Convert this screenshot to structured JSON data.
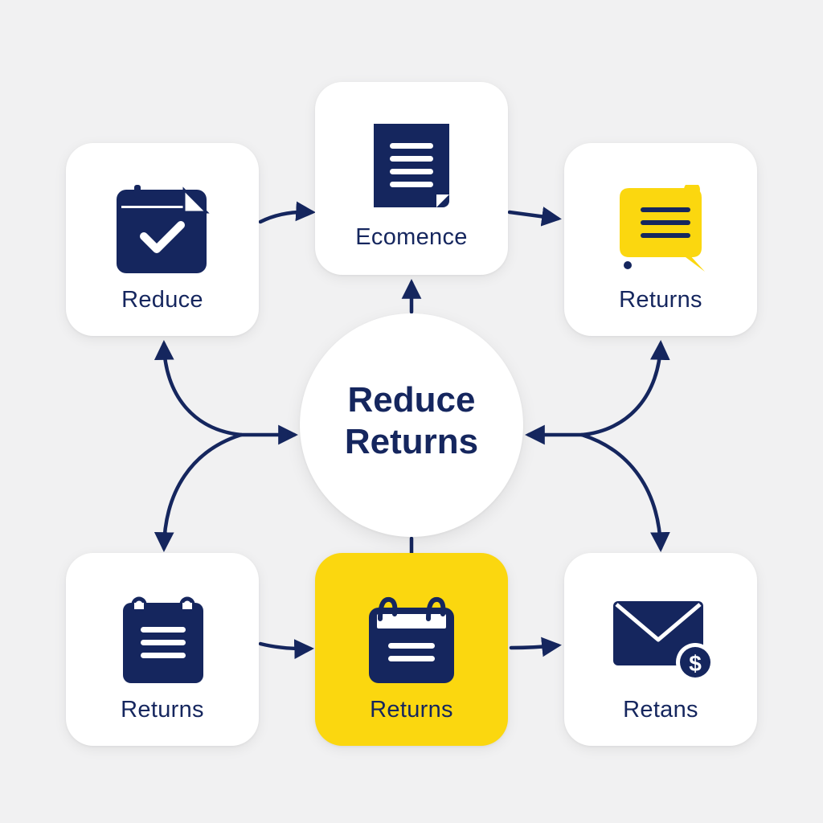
{
  "diagram": {
    "hub": {
      "title_line1": "Reduce",
      "title_line2": "Returns"
    },
    "cards": [
      {
        "id": "top-left",
        "label": "Reduce",
        "icon": "calendar-check-icon",
        "highlighted": false
      },
      {
        "id": "top-center",
        "label": "Ecomence",
        "icon": "document-lines-icon",
        "highlighted": false
      },
      {
        "id": "top-right",
        "label": "Returns",
        "icon": "chat-bubble-icon",
        "highlighted": false
      },
      {
        "id": "bottom-left",
        "label": "Returns",
        "icon": "notepad-icon",
        "highlighted": false
      },
      {
        "id": "bottom-center",
        "label": "Returns",
        "icon": "calendar-icon",
        "highlighted": true
      },
      {
        "id": "bottom-right",
        "label": "Retans",
        "icon": "envelope-dollar-icon",
        "highlighted": false
      }
    ]
  },
  "colors": {
    "background": "#f1f1f2",
    "card": "#ffffff",
    "navy": "#15265e",
    "yellow": "#fbd70f"
  }
}
